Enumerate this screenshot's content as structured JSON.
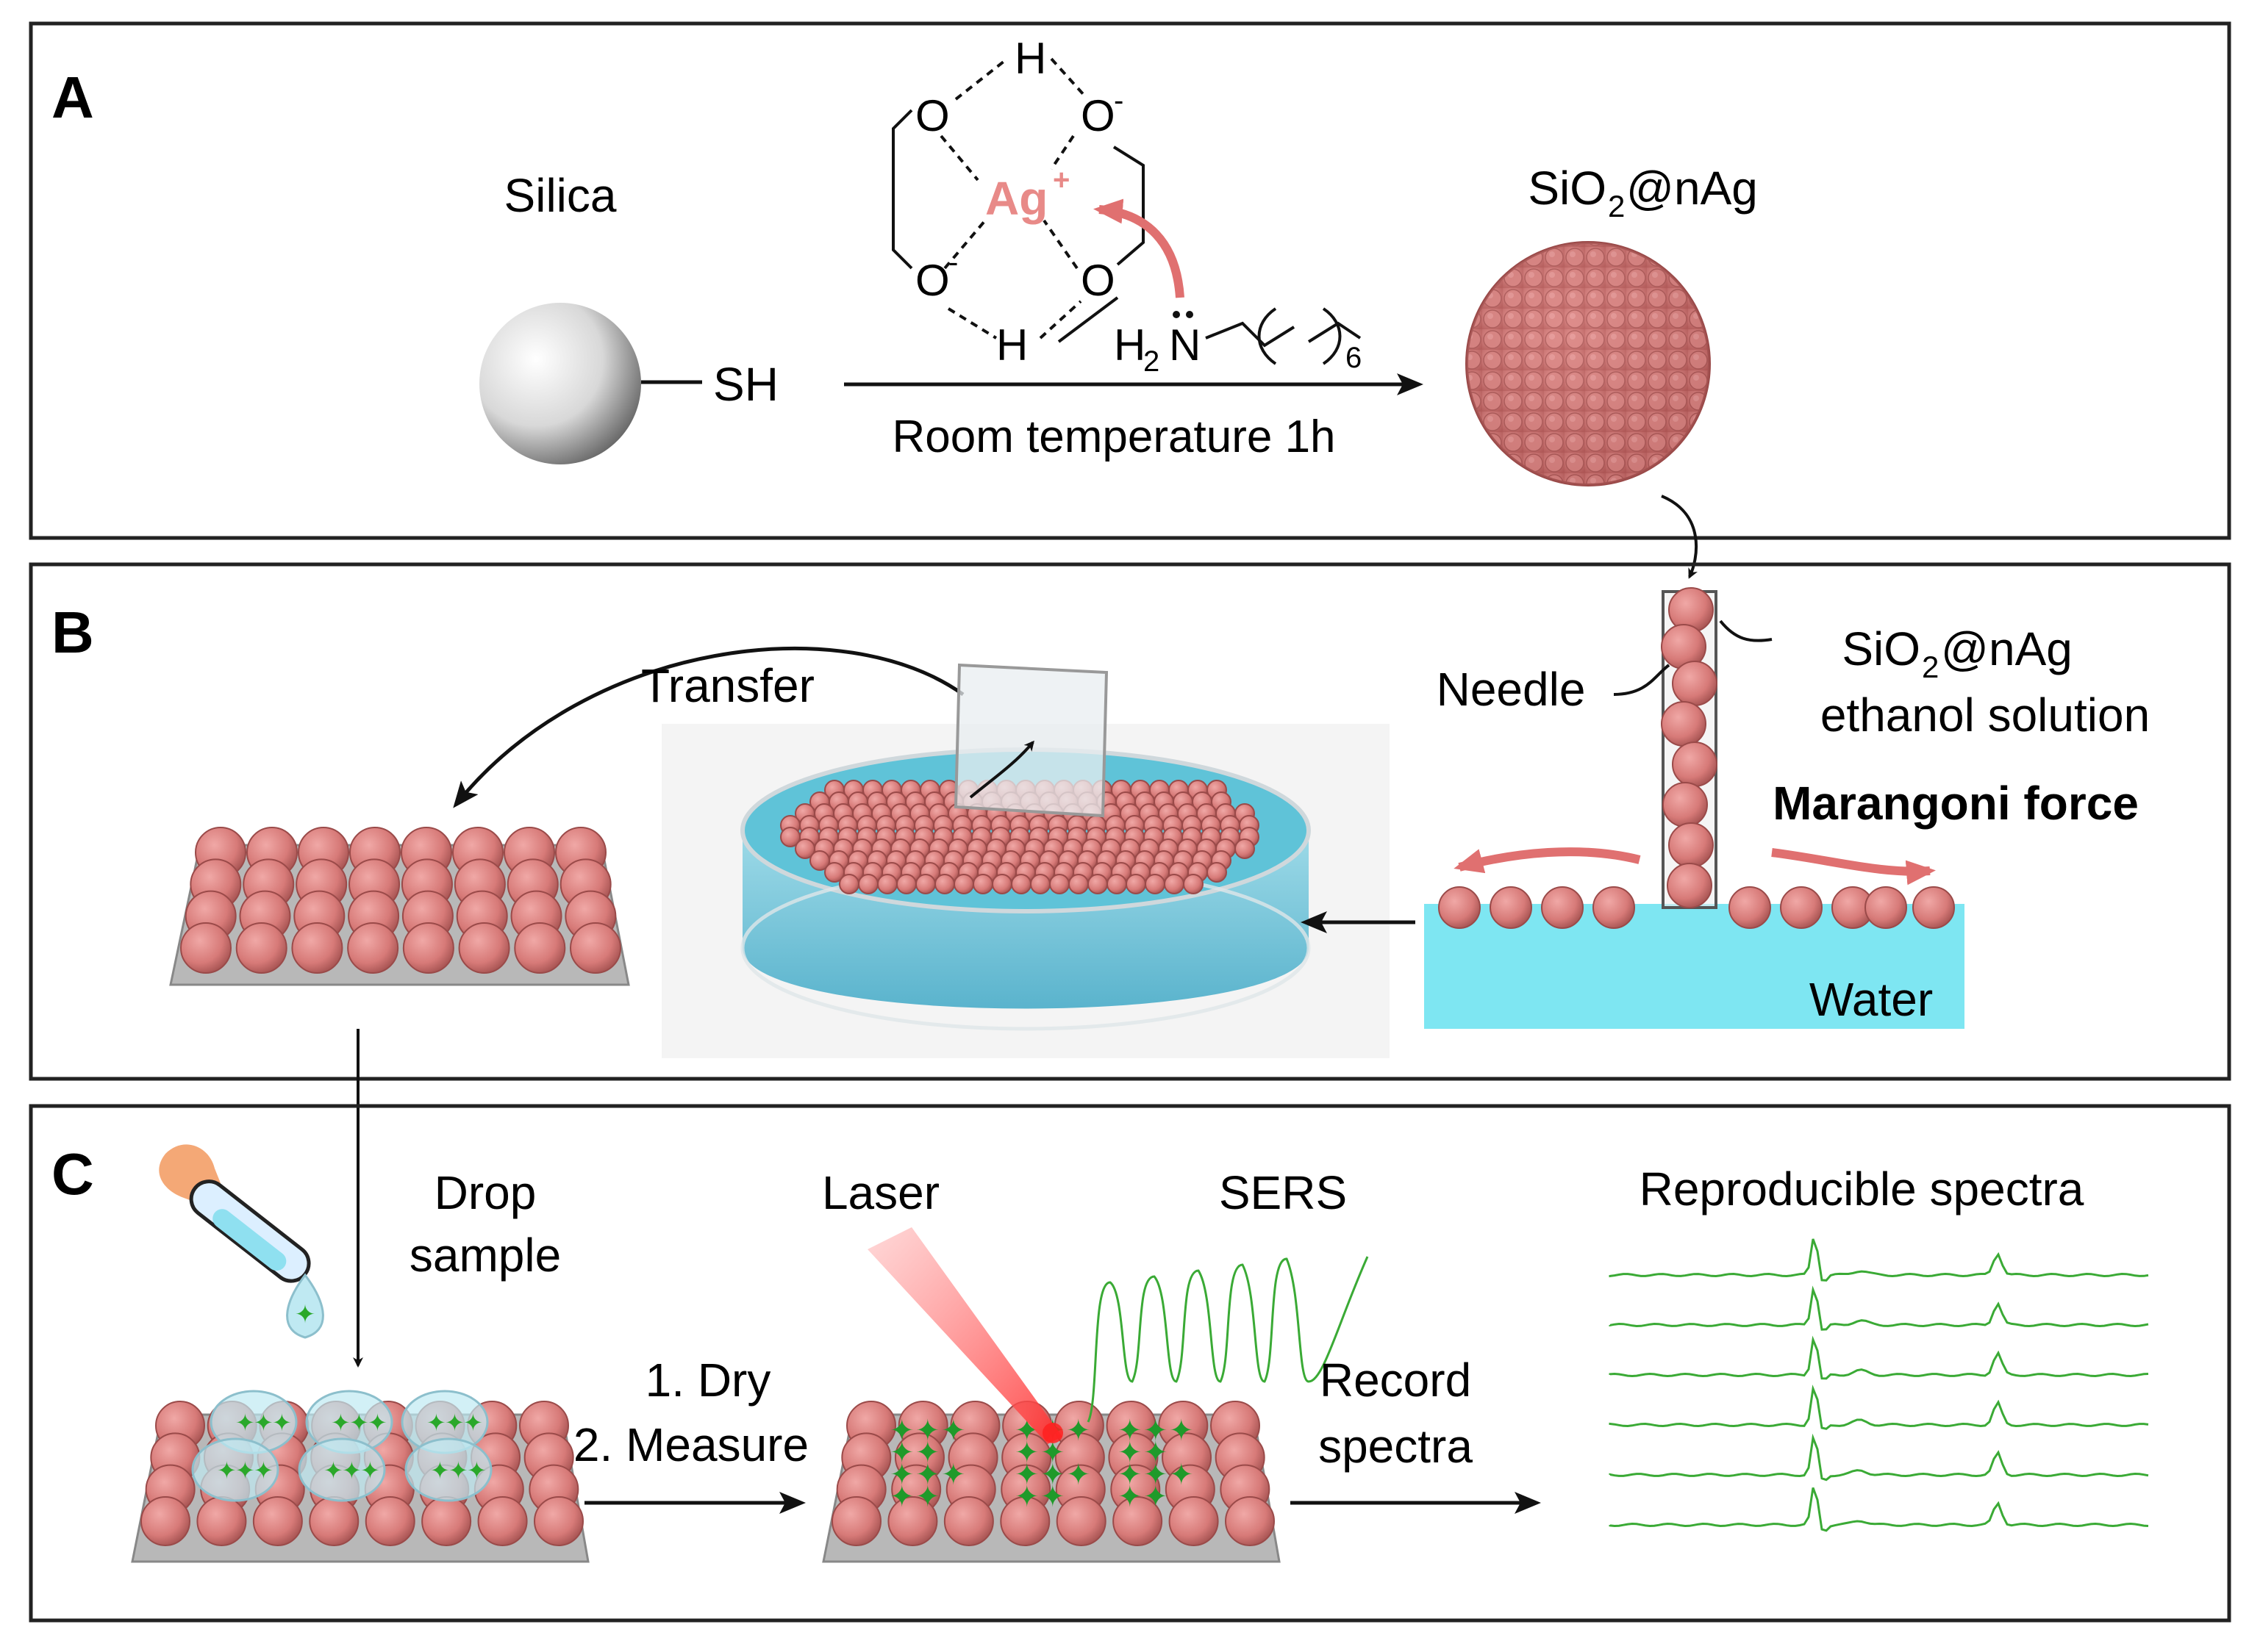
{
  "colors": {
    "particle": "#d77a78",
    "particle_dark": "#b85a59",
    "water": "#7ee6f2",
    "arrow_red": "#e07070",
    "agplus": "#e88a88",
    "spectrum": "#3aaa35",
    "laser": "#ff5050",
    "panel_border": "#222222"
  },
  "panels": {
    "a": {
      "label": "A",
      "silica_label": "Silica",
      "thiol_label": "–SH",
      "product_label_pre": "SiO",
      "product_label_sub": "2",
      "product_label_post": "@nAg",
      "condition": "Room temperature 1h",
      "molecule": {
        "h_top": "H",
        "h_bottom": "H",
        "o_atom": "O",
        "o_minus": "-",
        "ag": "Ag",
        "ag_charge": "+",
        "amine_h": "H",
        "amine_h_sub": "2",
        "amine_n": "N",
        "chain_sub": "6"
      }
    },
    "b": {
      "label": "B",
      "transfer": "Transfer",
      "needle": "Needle",
      "solution_line1_pre": "SiO",
      "solution_line1_sub": "2",
      "solution_line1_post": "@nAg",
      "solution_line2": "ethanol solution",
      "marangoni": "Marangoni force",
      "water": "Water"
    },
    "c": {
      "label": "C",
      "drop_line1": "Drop",
      "drop_line2": "sample",
      "step1": "1. Dry",
      "step2": "2. Measure",
      "laser": "Laser",
      "sers": "SERS",
      "record_line1": "Record",
      "record_line2": "spectra",
      "spectra_title": "Reproducible spectra",
      "spectra_count": 6
    }
  }
}
